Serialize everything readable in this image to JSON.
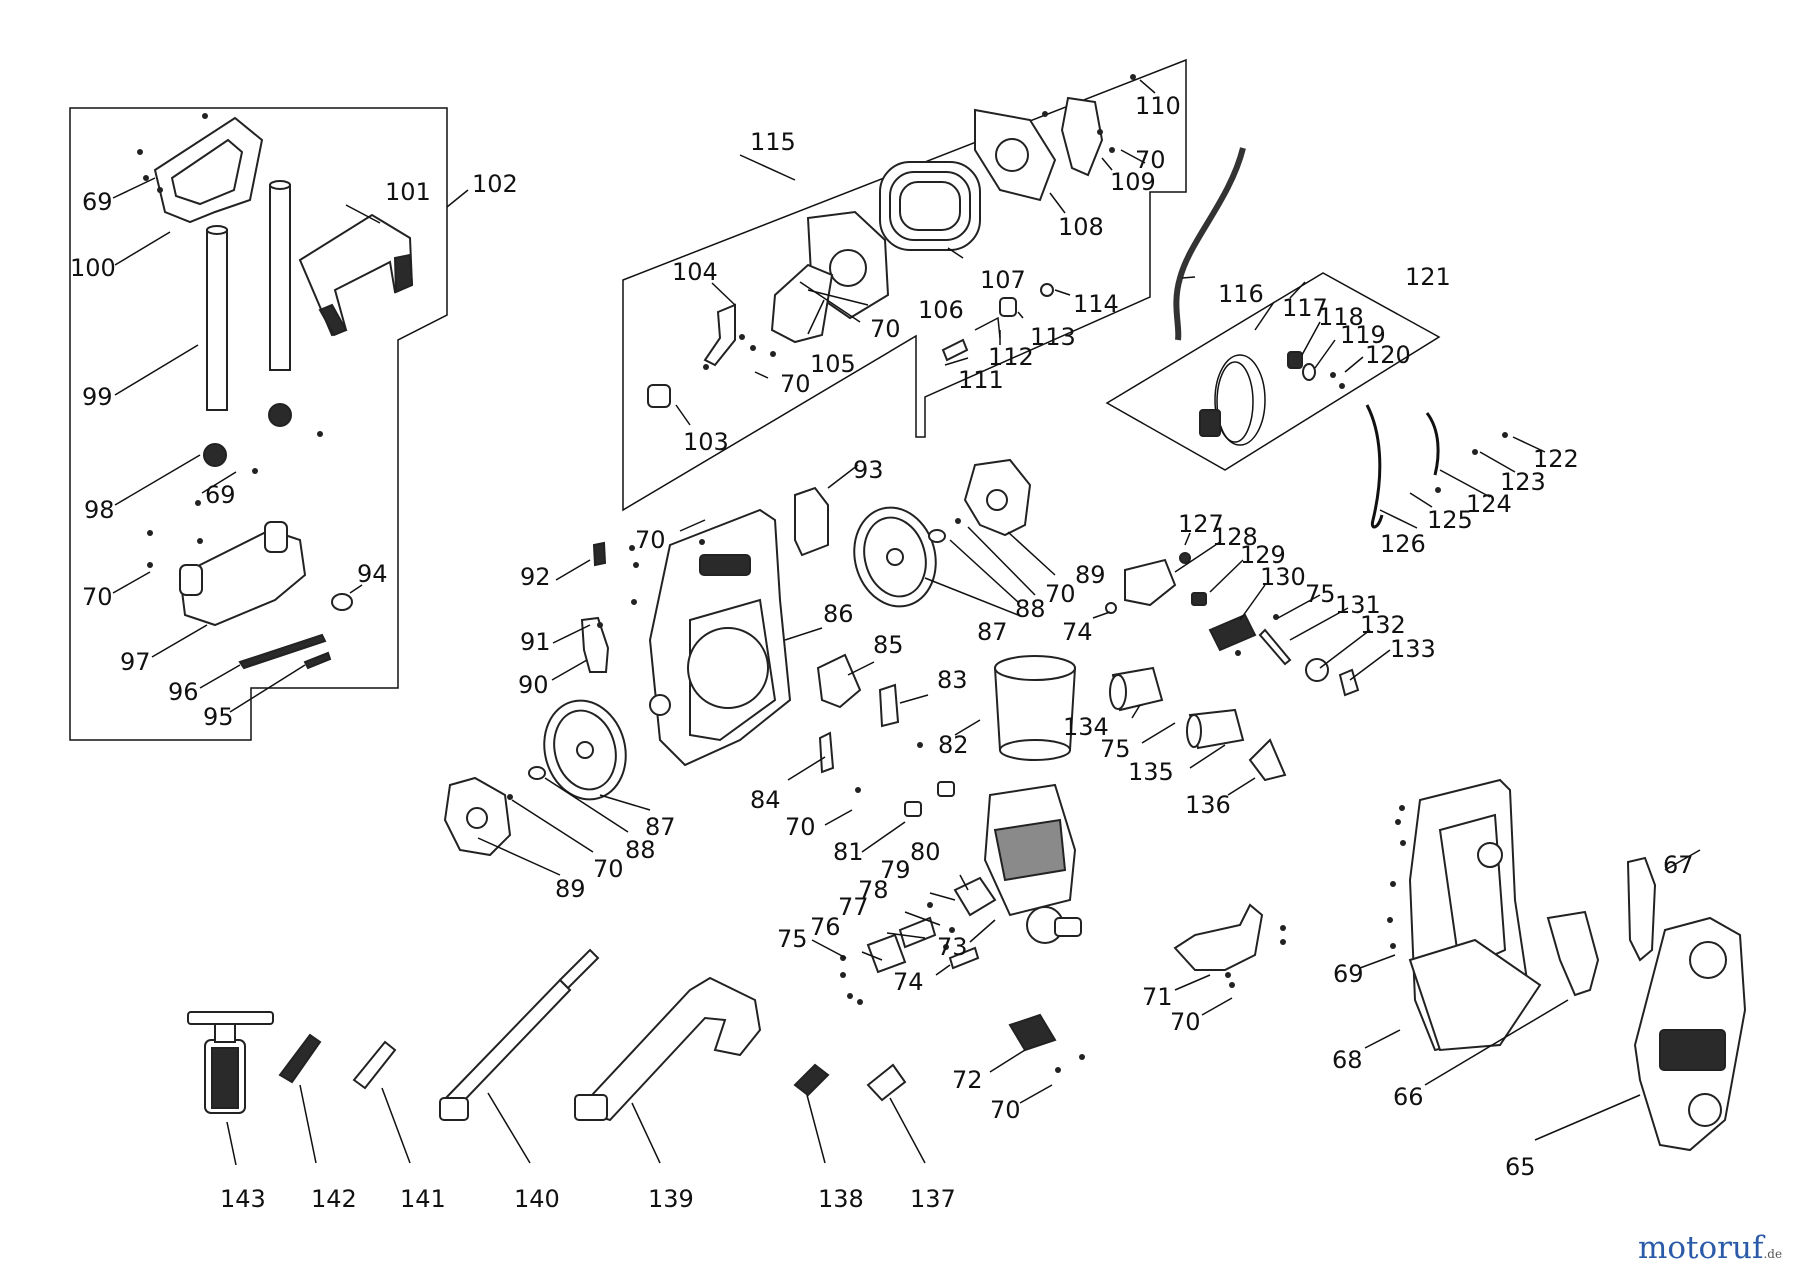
{
  "labels": [
    "102",
    "101",
    "69",
    "100",
    "99",
    "98",
    "69",
    "70",
    "94",
    "97",
    "96",
    "95",
    "115",
    "104",
    "70",
    "105",
    "70",
    "103",
    "106",
    "107",
    "108",
    "109",
    "70",
    "110",
    "111",
    "112",
    "113",
    "114",
    "116",
    "121",
    "117",
    "118",
    "119",
    "120",
    "122",
    "123",
    "124",
    "125",
    "126",
    "93",
    "70",
    "92",
    "91",
    "90",
    "86",
    "85",
    "83",
    "82",
    "84",
    "70",
    "81",
    "87",
    "88",
    "70",
    "89",
    "87",
    "88",
    "70",
    "89",
    "127",
    "128",
    "129",
    "130",
    "74",
    "75",
    "131",
    "132",
    "133",
    "134",
    "75",
    "135",
    "136",
    "80",
    "79",
    "78",
    "77",
    "76",
    "75",
    "73",
    "74",
    "71",
    "70",
    "72",
    "70",
    "69",
    "68",
    "66",
    "67",
    "65",
    "143",
    "142",
    "141",
    "140",
    "139",
    "138",
    "137"
  ],
  "watermark": {
    "brand": "motoruf",
    "suffix": ".de"
  }
}
